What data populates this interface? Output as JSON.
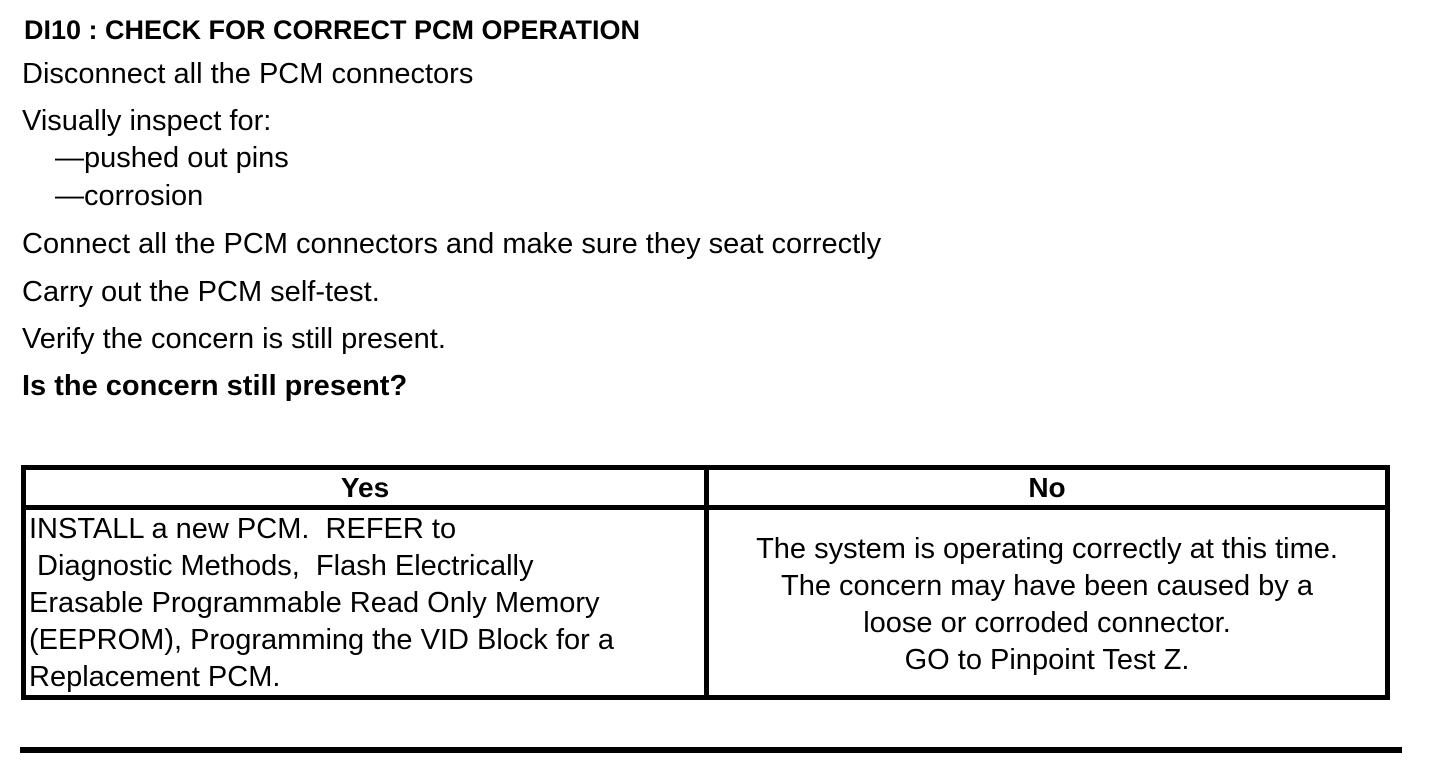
{
  "page": {
    "background_color": "#ffffff",
    "text_color": "#000000",
    "rule_color": "#000000"
  },
  "content": {
    "title": "DI10 : CHECK FOR CORRECT PCM OPERATION",
    "line_disconnect": "Disconnect all the PCM connectors",
    "line_inspect": "Visually inspect for:",
    "item_pins": "—pushed out pins",
    "item_corrosion": "—corrosion",
    "line_connect": "Connect all the PCM connectors and make sure they seat correctly",
    "line_selftest": "Carry out the PCM self-test.",
    "line_verify": "Verify the concern is still present.",
    "question": "Is the concern still present?"
  },
  "table": {
    "yes_header": "Yes",
    "no_header": "No",
    "yes_lines": [
      "INSTALL a new PCM.  REFER to",
      " Diagnostic Methods,  Flash Electrically",
      "Erasable Programmable Read Only Memory",
      "(EEPROM), Programming the VID Block for a",
      "Replacement PCM."
    ],
    "no_lines": [
      "The system is operating correctly at this time.",
      "The concern may have been caused by a",
      "loose or corroded connector.",
      "GO to Pinpoint Test Z."
    ]
  }
}
